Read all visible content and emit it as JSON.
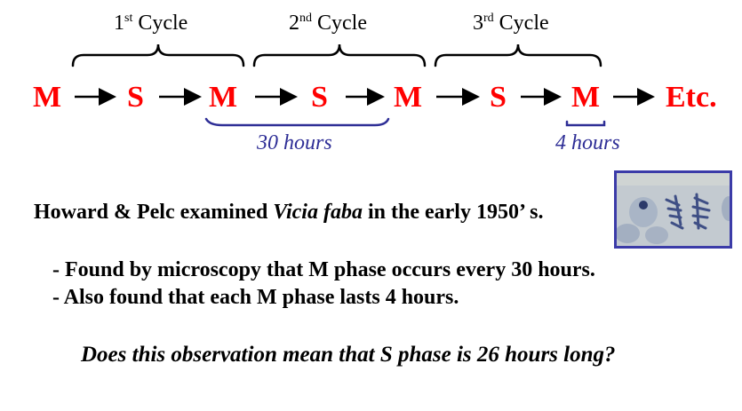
{
  "cycles": [
    {
      "ordinal": "1",
      "suffix": "st",
      "label": "Cycle"
    },
    {
      "ordinal": "2",
      "suffix": "nd",
      "label": "Cycle"
    },
    {
      "ordinal": "3",
      "suffix": "rd",
      "label": "Cycle"
    }
  ],
  "sequence": {
    "phases": [
      "M",
      "S",
      "M",
      "S",
      "M",
      "S",
      "M"
    ],
    "end_label": "Etc.",
    "phase_color": "#ff0000"
  },
  "durations": {
    "cycle_duration": "30 hours",
    "m_phase_duration": "4 hours",
    "color": "#2e2e96"
  },
  "headline": {
    "prefix": "Howard & Pelc examined ",
    "species": "Vicia faba",
    "suffix": " in the early 1950’ s."
  },
  "bullets": [
    "- Found by microscopy that M phase occurs every 30 hours.",
    "- Also found that each M phase lasts 4 hours."
  ],
  "question": "Does this observation mean that S phase is 26 hours long?",
  "image": {
    "description": "micrograph-of-dividing-cells",
    "border_color": "#3b3ba8"
  }
}
